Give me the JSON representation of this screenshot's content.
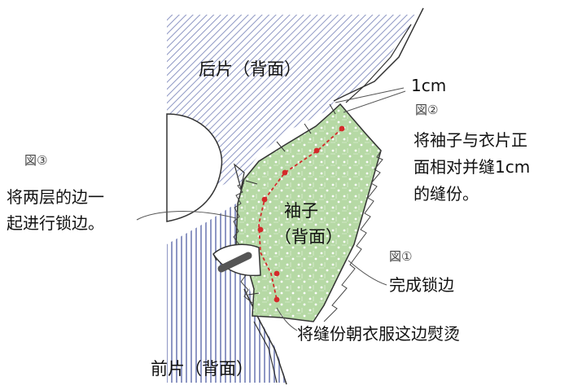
{
  "labels": {
    "back_piece": "后片（背面）",
    "front_piece": "前片（背面）",
    "sleeve_line1": "袖子",
    "sleeve_line2": "（背面）",
    "seam_allowance": "1cm",
    "fig2_tag": "図②",
    "fig2_line1": "将袖子与衣片正",
    "fig2_line2": "面相对并缝1cm",
    "fig2_line3": "的缝份。",
    "fig3_tag": "図③",
    "fig3_line1": "将两层的边一",
    "fig3_line2": "起进行锁边。",
    "fig1_tag": "図①",
    "fig1_text": "完成锁边",
    "press_note": "将缝份朝衣服这边熨烫"
  },
  "colors": {
    "body_stripe": "#8e97c4",
    "sleeve_fill": "#b6d9a5",
    "stitch": "#d42a2a",
    "outline": "#333333"
  }
}
